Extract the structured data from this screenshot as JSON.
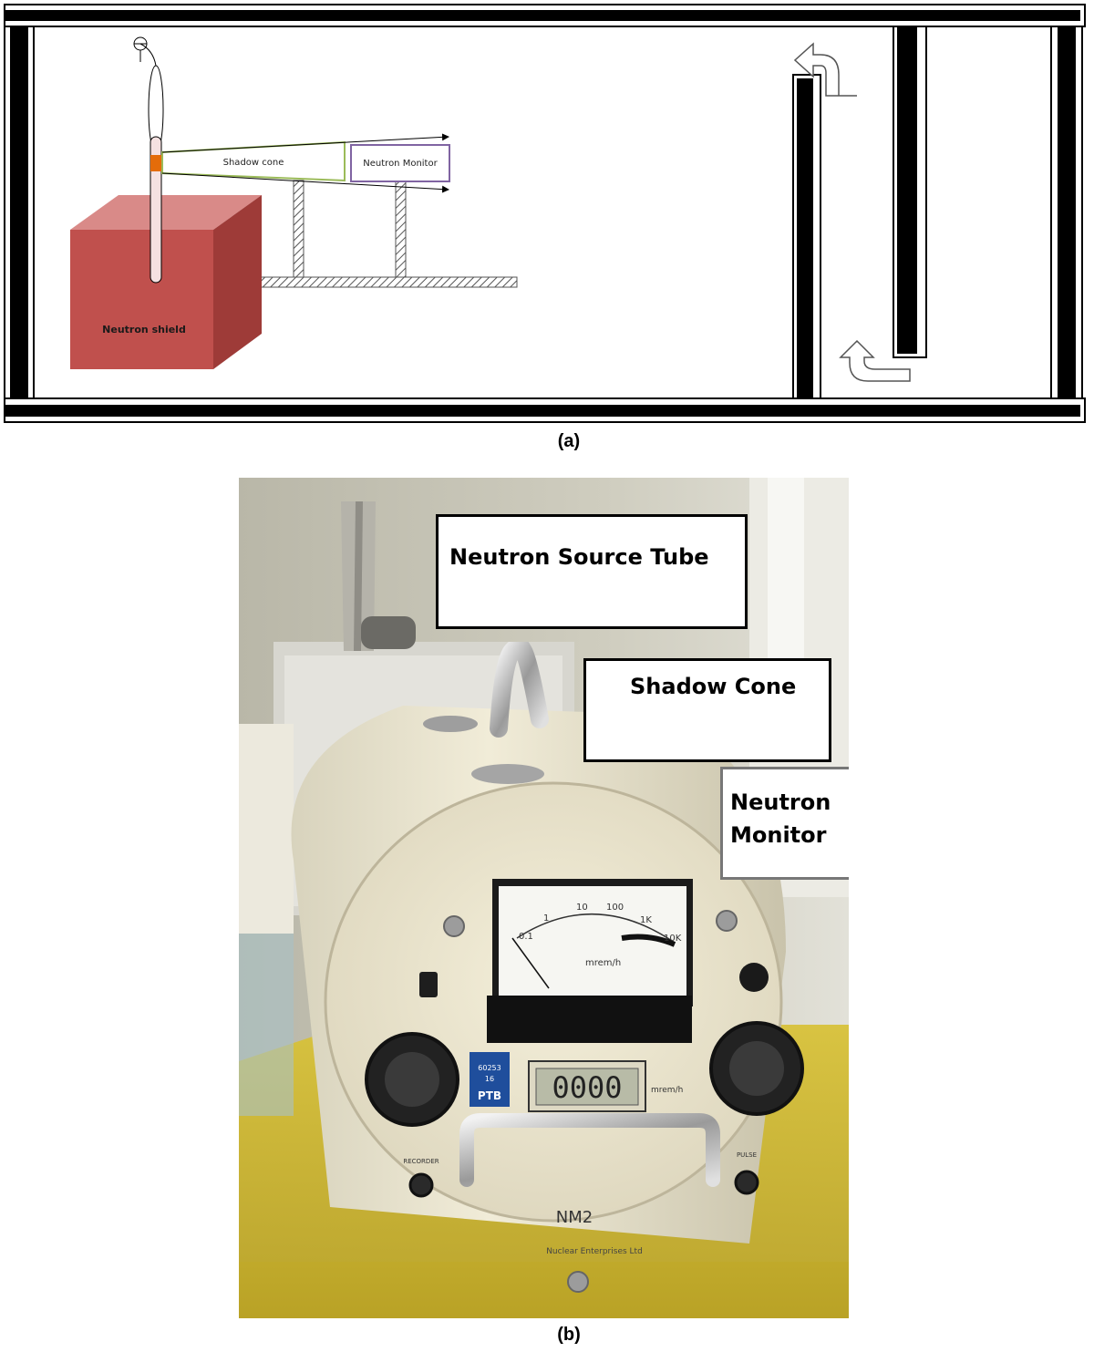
{
  "panel_a": {
    "caption": "(a)",
    "labels": {
      "shadow_cone": "Shadow cone",
      "neutron_monitor": "Neutron Monitor",
      "neutron_shield": "Neutron shield"
    },
    "colors": {
      "shield_front": "#c0504d",
      "shield_side": "#9e3b38",
      "shield_top": "#d98a88",
      "source": "#e46c0a",
      "cone_border": "#9bbb59",
      "monitor_border": "#8064a2"
    }
  },
  "panel_b": {
    "caption": "(b)",
    "labels": {
      "source_tube": "Neutron Source Tube",
      "shadow_cone": "Shadow Cone",
      "monitor_line1": "Neutron",
      "monitor_line2": "Monitor"
    },
    "device": {
      "model": "NM2",
      "maker": "Nuclear Enterprises Ltd",
      "display": "0000",
      "meter_unit": "mrem/h",
      "display_unit": "mrem/h",
      "badge_top": "60253",
      "badge_mid": "16",
      "badge_bottom": "PTB",
      "recorder": "RECORDER",
      "pulse": "PULSE",
      "scale": [
        "0.1",
        "1",
        "10",
        "100",
        "1K",
        "10K"
      ]
    }
  }
}
